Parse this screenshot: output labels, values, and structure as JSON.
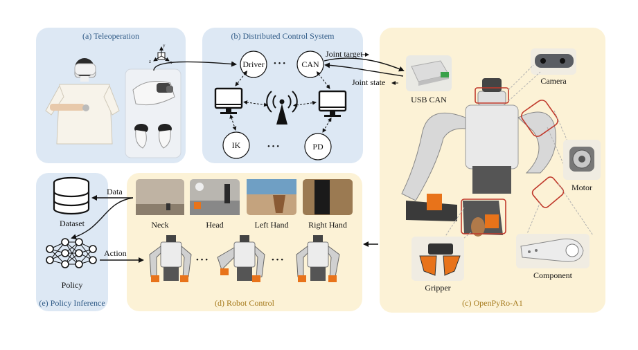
{
  "panels": {
    "teleop": "(a) Teleoperation",
    "dcs": "(b) Distributed Control System",
    "openpyro": "(c) OpenPyRo-A1",
    "robot_control": "(d) Robot Control",
    "policy_inference": "(e) Policy Inference"
  },
  "dcs": {
    "driver": "Driver",
    "can": "CAN",
    "ik": "IK",
    "pd": "PD",
    "dots": "• • •"
  },
  "arrows": {
    "joint_target": "Joint target",
    "joint_state": "Joint state",
    "data": "Data",
    "action": "Action"
  },
  "openpyro": {
    "usb_can": "USB CAN",
    "camera": "Camera",
    "motor": "Motor",
    "gripper": "Gripper",
    "component": "Component"
  },
  "robot_control": {
    "views": [
      "Neck",
      "Head",
      "Left Hand",
      "Right Hand"
    ],
    "dots": "• • •"
  },
  "policy": {
    "dataset": "Dataset",
    "policy": "Policy"
  },
  "axes": {
    "x": "x",
    "y": "y",
    "z": "z"
  },
  "colors": {
    "blue_panel": "#dde8f4",
    "yellow_panel": "#fcf2d6",
    "highlight": "#c0392b",
    "robot_orange": "#e8731a"
  }
}
